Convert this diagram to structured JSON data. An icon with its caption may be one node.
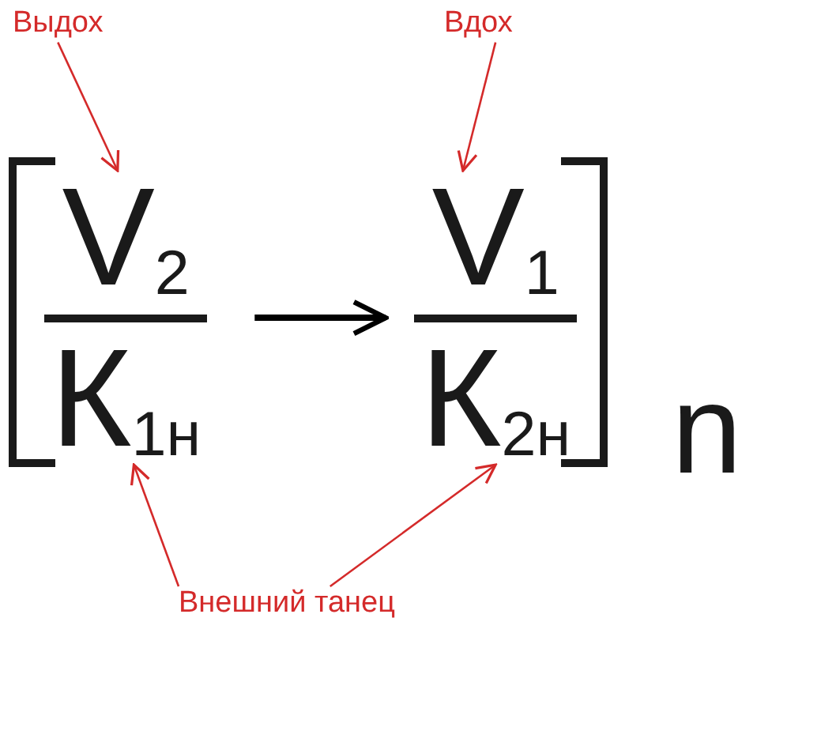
{
  "diagram": {
    "nodes": [
      {
        "text": [
          "Выдох"
        ]
      },
      {
        "text": [
          "Вдох"
        ]
      },
      {
        "text": [
          "V$_{2}$",
          "К$_{1н}$"
        ]
      },
      {
        "text": [
          "V$_{1}$",
          "К$_{2н}$"
        ]
      },
      {
        "text": [
          "Внешний танец"
        ]
      }
    ],
    "edges": [
      {
        "from": 0,
        "to": 2,
        "arrow": "to"
      },
      {
        "from": 1,
        "to": 3,
        "arrow": "to"
      },
      {
        "from": 2,
        "to": 3,
        "arrow": "to",
        "style": "thick",
        "color": "#000000"
      },
      {
        "from": 4,
        "to": 2,
        "arrow": "to"
      },
      {
        "from": 4,
        "to": 3,
        "arrow": "to"
      }
    ],
    "labels": [
      "n"
    ]
  }
}
